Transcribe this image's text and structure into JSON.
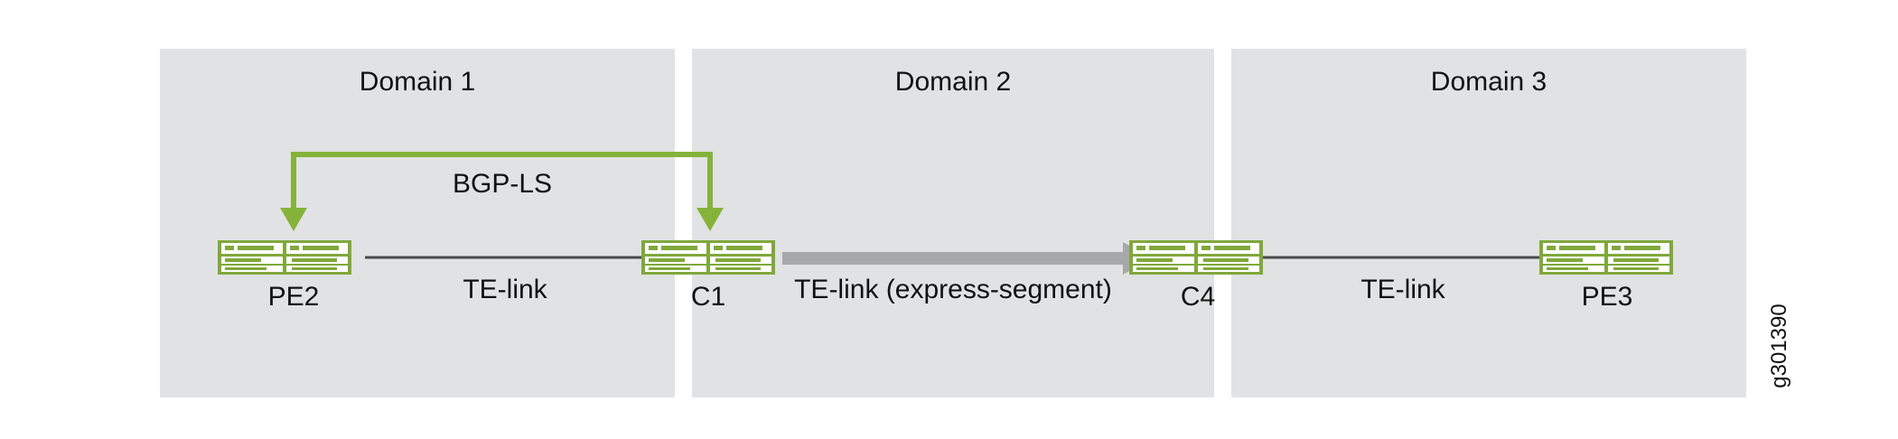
{
  "domains": [
    {
      "name": "Domain 1"
    },
    {
      "name": "Domain 2"
    },
    {
      "name": "Domain 3"
    }
  ],
  "nodes": {
    "pe2": {
      "label": "PE2"
    },
    "c1": {
      "label": "C1"
    },
    "c4": {
      "label": "C4"
    },
    "pe3": {
      "label": "PE3"
    }
  },
  "links": {
    "bgp_ls": {
      "label": "BGP-LS"
    },
    "te_link_1": {
      "label": "TE-link"
    },
    "te_link_express": {
      "label": "TE-link (express-segment)"
    },
    "te_link_3": {
      "label": "TE-link"
    }
  },
  "figure_id": "g301390",
  "colors": {
    "domain_fill": "#e1e2e3",
    "router_green": "#80a83b",
    "bgp_green": "#85b33a",
    "link_line": "#4a4a4a",
    "express_arrow": "#a6a8aa"
  }
}
